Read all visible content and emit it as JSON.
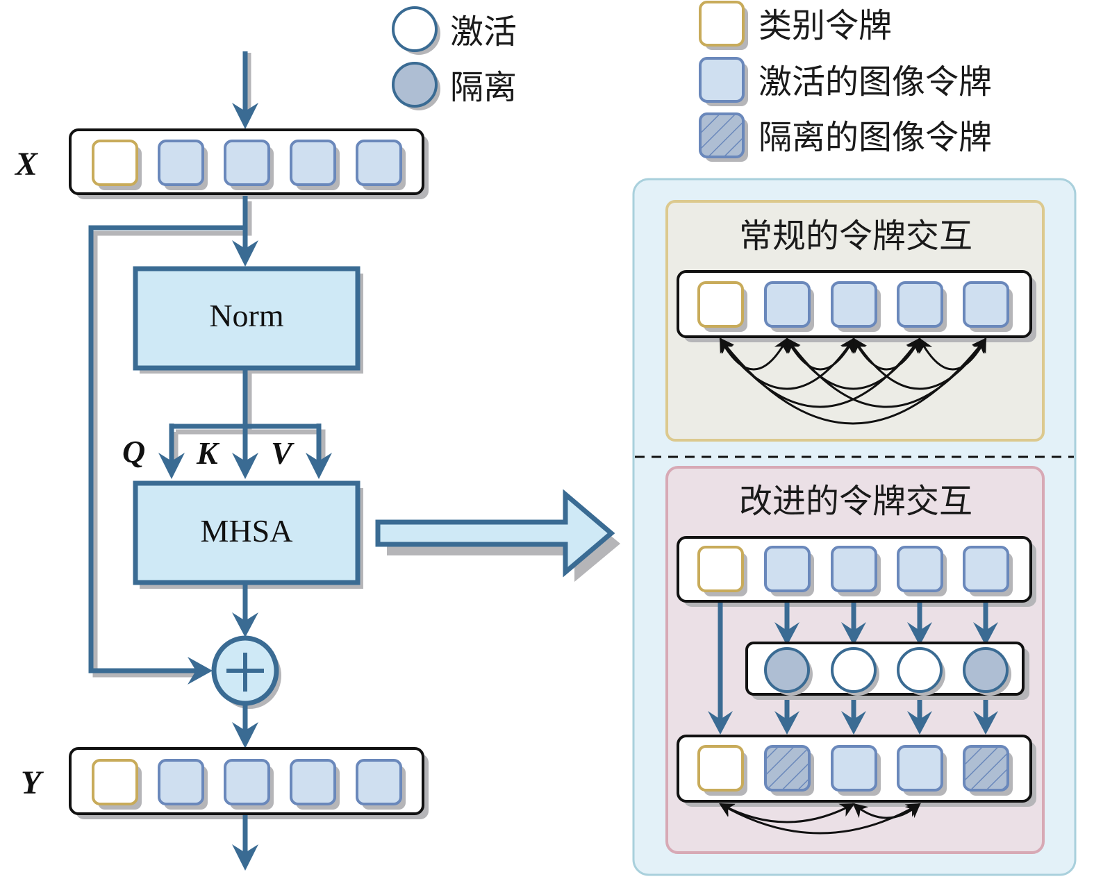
{
  "legend_circles": {
    "active": {
      "label": "激活"
    },
    "isolated": {
      "label": "隔离"
    }
  },
  "legend_tokens": {
    "class_token": {
      "label": "类别令牌"
    },
    "active_image_token": {
      "label": "激活的图像令牌"
    },
    "isolated_image_token": {
      "label": "隔离的图像令牌"
    }
  },
  "left_block": {
    "input_label": "X",
    "output_label": "Y",
    "norm_label": "Norm",
    "mhsa_label": "MHSA",
    "q_label": "Q",
    "k_label": "K",
    "v_label": "V",
    "add_symbol": "+",
    "input_tokens": [
      "class",
      "active",
      "active",
      "active",
      "active"
    ],
    "output_tokens": [
      "class",
      "active",
      "active",
      "active",
      "active"
    ]
  },
  "regular_panel": {
    "title": "常规的令牌交互",
    "tokens": [
      "class",
      "active",
      "active",
      "active",
      "active"
    ]
  },
  "improved_panel": {
    "title": "改进的令牌交互",
    "input_tokens": [
      "class",
      "active",
      "active",
      "active",
      "active"
    ],
    "gates": [
      "isolated",
      "active",
      "active",
      "isolated"
    ],
    "output_tokens": [
      "class",
      "isolated",
      "active",
      "active",
      "isolated"
    ]
  },
  "colors": {
    "flow_blue": "#3a6b93",
    "block_fill": "#cfe9f6",
    "token_fill": "#cfdff0",
    "token_stroke": "#6a88bb",
    "class_stroke": "#c8ab5a",
    "isolated_fill": "#aebed3",
    "outer_panel_fill": "#e3f1f8",
    "regular_panel_fill": "#ecece6",
    "improved_panel_fill": "#ebe0e6"
  }
}
